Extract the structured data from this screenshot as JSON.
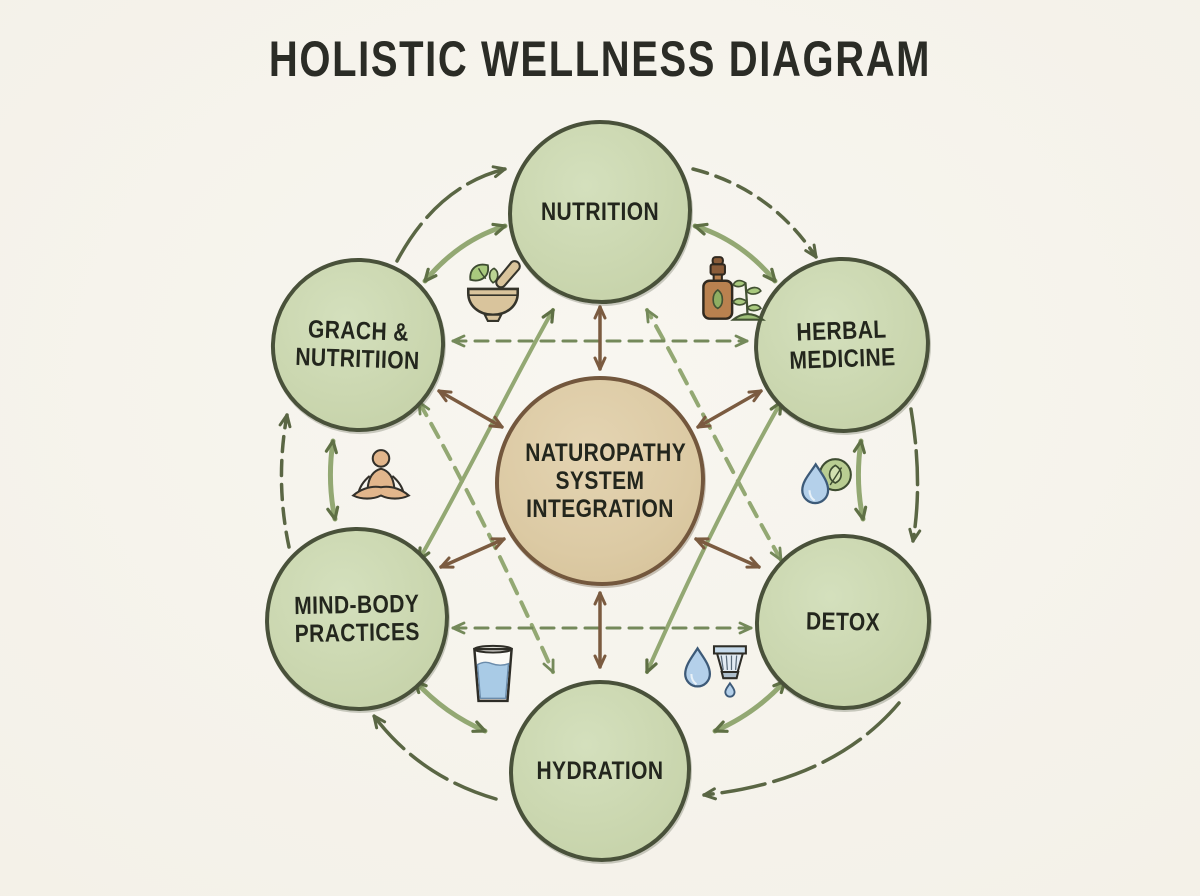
{
  "title": "HOLISTIC WELLNESS DIAGRAM",
  "center": {
    "label": "NATUROPATHY SYSTEM INTEGRATION"
  },
  "nodes": {
    "nutrition": {
      "label": "NUTRITION"
    },
    "growth": {
      "label": "GRACH & NUTRITIION"
    },
    "herbal": {
      "label": "HERBAL MEDICINE"
    },
    "mindbody": {
      "label": "MIND-BODY PRACTICES"
    },
    "detox": {
      "label": "DETOX"
    },
    "hydration": {
      "label": "HYDRATION"
    }
  },
  "icons": [
    "mortar-and-pestle-icon",
    "herbal-tincture-bottle-plant-icon",
    "meditating-person-icon",
    "water-drop-leaf-icon",
    "water-glass-icon",
    "water-drop-filter-icon"
  ],
  "colors": {
    "background": "#f4f1e9",
    "node_fill": "#ccd8b2",
    "node_border": "#49513a",
    "center_fill": "#ddcba7",
    "center_border": "#73573d",
    "text": "#23261d",
    "arrow_brown": "#7b5b40",
    "arrow_olive": "#5a6644",
    "arrow_sage": "#93a873",
    "arrow_dash_green": "#74895a",
    "icon_blue": "#b4d0ea",
    "icon_tan": "#d9c49c",
    "icon_leaf_green": "#a9c97e"
  }
}
